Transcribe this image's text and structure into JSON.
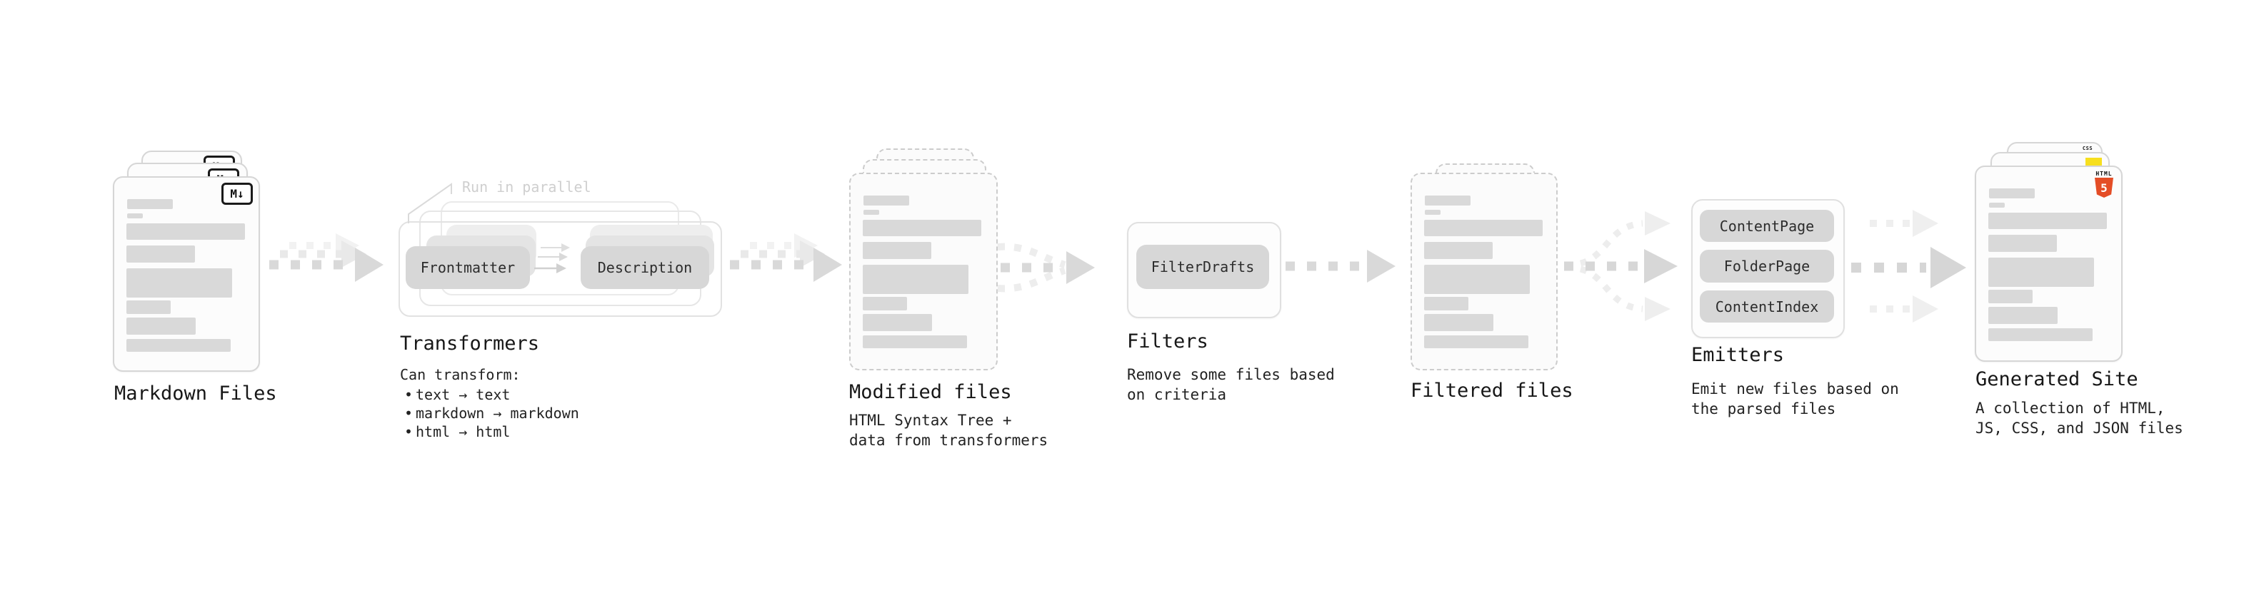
{
  "stages": {
    "markdown_files": {
      "label": "Markdown Files",
      "file_badge": "M↓"
    },
    "transformers": {
      "callout": "Run in parallel",
      "input_pill": "Frontmatter",
      "output_pill": "Description",
      "label": "Transformers",
      "description_intro": "Can transform:",
      "bullet_char": "•",
      "bullets": [
        "text → text",
        "markdown → markdown",
        "html → html"
      ]
    },
    "modified_files": {
      "label": "Modified files",
      "description": [
        "HTML Syntax Tree +",
        "data from transformers"
      ]
    },
    "filters": {
      "pill": "FilterDrafts",
      "label": "Filters",
      "description": [
        "Remove some files based",
        "on criteria"
      ]
    },
    "filtered_files": {
      "label": "Filtered files"
    },
    "emitters": {
      "pills": [
        "ContentPage",
        "FolderPage",
        "ContentIndex"
      ],
      "label": "Emitters",
      "description": [
        "Emit new files based on",
        "the parsed files"
      ]
    },
    "generated_site": {
      "label": "Generated Site",
      "description": [
        "A collection of HTML,",
        "JS, CSS, and JSON files"
      ],
      "html_badge_text": "HTML",
      "html_badge_number": "5",
      "css_badge_text": "CSS"
    }
  },
  "colors": {
    "background": "#ffffff",
    "card_border": "#d6d6d6",
    "dashed_border": "#cccccc",
    "doc_bar": "#d9d9d9",
    "pill_fill": "#d7d7d7",
    "arrow": "#d9d9d9",
    "arrow_light": "#ededed",
    "text": "#1b1b1b",
    "muted_text": "#cfcfcf",
    "html5_orange": "#e44d26",
    "js_yellow": "#f7df1e",
    "css_blue": "#2965f1"
  }
}
